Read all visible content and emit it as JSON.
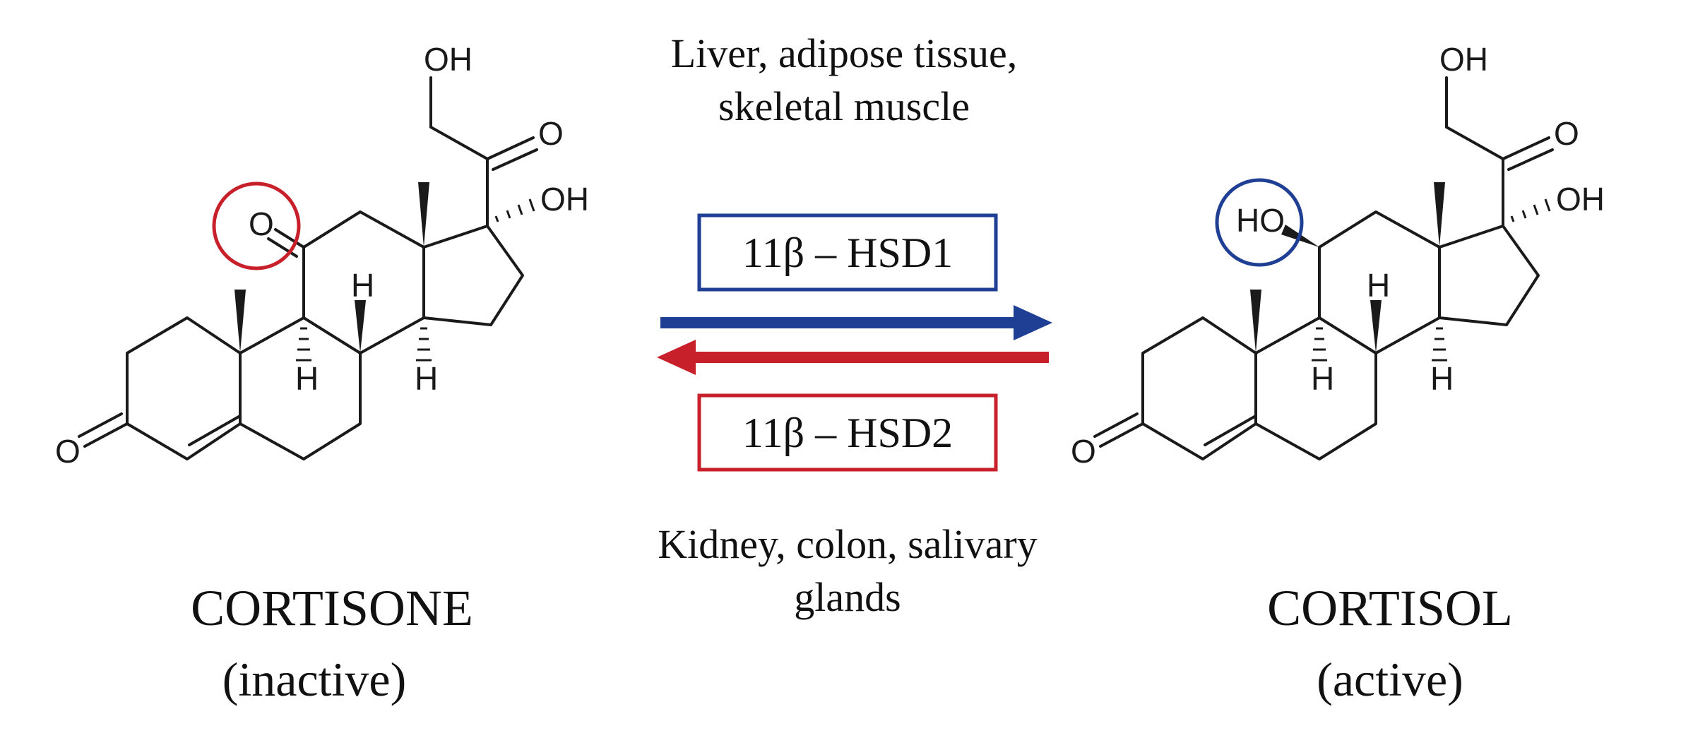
{
  "cortisone": {
    "name": "CORTISONE",
    "status": "(inactive)",
    "atoms": {
      "oh_top": "OH",
      "keto_side": "O",
      "oh_c17": "OH",
      "keto_c11": "O",
      "h_c9": "H",
      "h_c8": "H",
      "h_c14": "H",
      "keto_c3": "O"
    },
    "highlight_color": "#c8202a"
  },
  "cortisol": {
    "name": "CORTISOL",
    "status": "(active)",
    "atoms": {
      "oh_top": "OH",
      "keto_side": "O",
      "oh_c17": "OH",
      "ho_c11": "HO",
      "h_c9": "H",
      "h_c8": "H",
      "h_c14": "H",
      "keto_c3": "O"
    },
    "highlight_color": "#1f3f95"
  },
  "reaction": {
    "top_tissues_line1": "Liver, adipose tissue,",
    "top_tissues_line2": "skeletal muscle",
    "bottom_tissues_line1": "Kidney, colon, salivary",
    "bottom_tissues_line2": "glands",
    "forward_enzyme": "11β – HSD1",
    "reverse_enzyme": "11β – HSD2",
    "forward_color": "#1f3f95",
    "reverse_color": "#c8202a"
  }
}
